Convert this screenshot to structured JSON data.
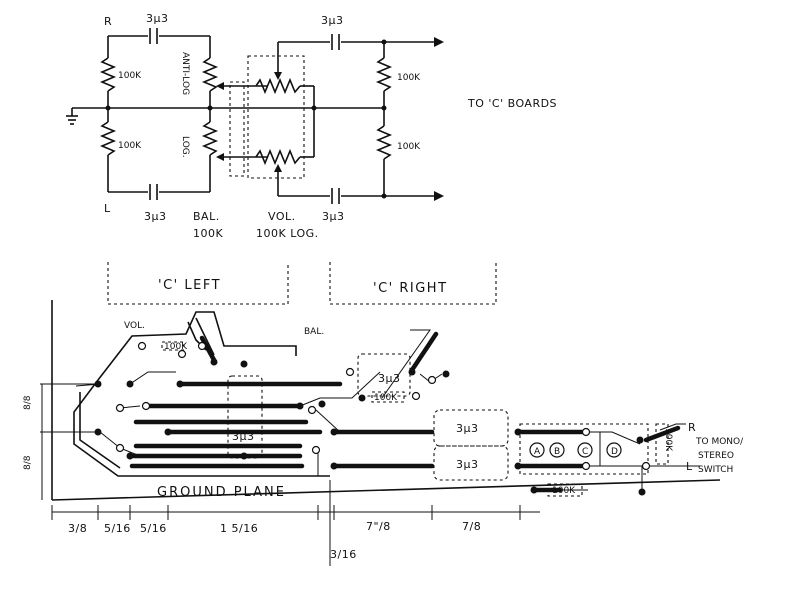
{
  "schematic": {
    "label_r": "R",
    "label_l": "L",
    "cap_top_left": "3μ3",
    "cap_top_right": "3μ3",
    "cap_bottom_left": "3μ3",
    "cap_bottom_right": "3μ3",
    "res_top_left": "100K",
    "res_bottom_left": "100K",
    "res_top_right": "100K",
    "res_bottom_right": "100K",
    "pot_anti_log": "ANTI-LOG",
    "pot_log": "LOG.",
    "bal_label": "BAL.",
    "bal_value": "100K",
    "vol_label": "VOL.",
    "vol_value": "100K LOG.",
    "to_boards": "TO 'C' BOARDS"
  },
  "boards": {
    "left": "'C' LEFT",
    "right": "'C' RIGHT"
  },
  "layout": {
    "vol": "VOL.",
    "bal": "BAL.",
    "cap_a": "3μ3",
    "cap_b": "3μ3",
    "cap_c": "3μ3",
    "cap_d": "3μ3",
    "res_a": "100K",
    "res_b": "100K",
    "res_c": "100K",
    "res_d": "100K",
    "ground_plane": "GROUND PLANE",
    "node_a": "A",
    "node_b": "B",
    "node_c": "C",
    "node_d": "D",
    "r_out": "R",
    "l_out": "L",
    "to_switch_1": "TO MONO/",
    "to_switch_2": "STEREO",
    "to_switch_3": "SWITCH",
    "dim_left_top": "8/8",
    "dim_left_bottom": "8/8",
    "dims": [
      "3/8",
      "5/16",
      "5/16",
      "1 5/16",
      "3/16",
      "7\"/8",
      "7/8"
    ]
  }
}
